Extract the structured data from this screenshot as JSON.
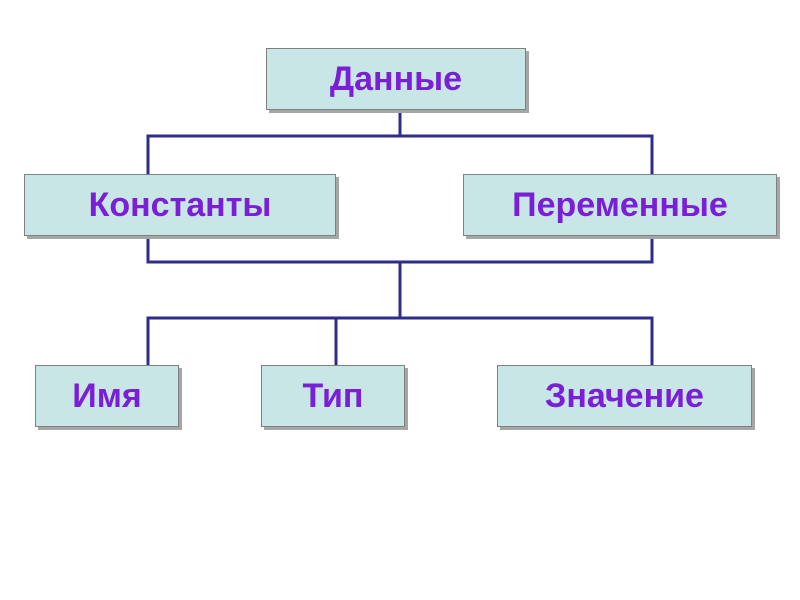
{
  "diagram": {
    "line_color": "#2e2e8a",
    "node_fill": "#c8e6e6",
    "text_color": "#7a1fd6",
    "nodes": {
      "root": "Данные",
      "constants": "Константы",
      "variables": "Переменные",
      "name": "Имя",
      "type": "Тип",
      "value": "Значение"
    }
  }
}
